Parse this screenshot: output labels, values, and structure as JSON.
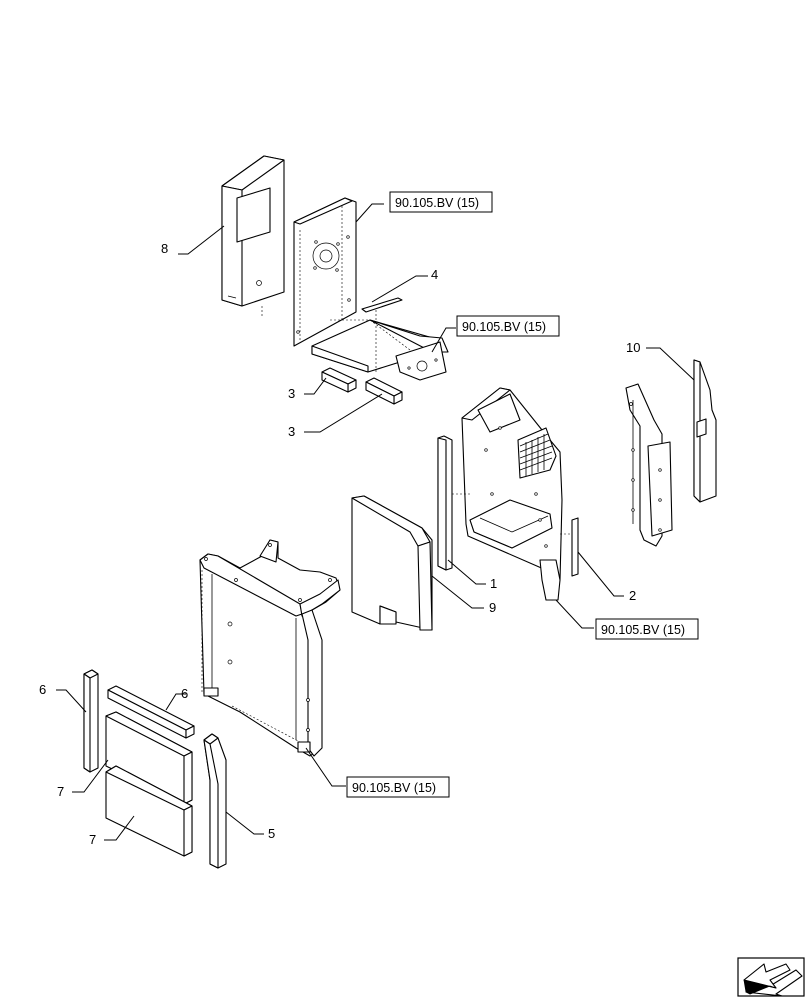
{
  "callouts": {
    "c1": "1",
    "c2": "2",
    "c3a": "3",
    "c3b": "3",
    "c4": "4",
    "c5": "5",
    "c6a": "6",
    "c6b": "6",
    "c7a": "7",
    "c7b": "7",
    "c8": "8",
    "c9": "9",
    "c10": "10"
  },
  "references": {
    "r1": "90.105.BV (15)",
    "r2": "90.105.BV (15)",
    "r3": "90.105.BV (15)",
    "r4": "90.105.BV (15)"
  },
  "icons": {
    "nav": "arrow-navigation-icon"
  }
}
